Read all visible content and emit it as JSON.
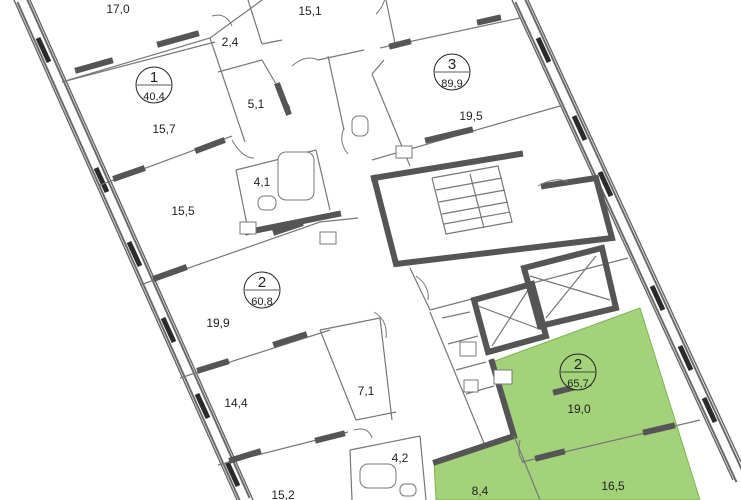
{
  "colors": {
    "highlight_fill": "#a3d27a",
    "highlight_stroke": "#7cb551",
    "wall": "#555555",
    "window": "#2b2b2b"
  },
  "apartments": [
    {
      "number": "1",
      "area": "40,4"
    },
    {
      "number": "2",
      "area": "60,8"
    },
    {
      "number": "3",
      "area": "89,9"
    },
    {
      "number": "2",
      "area": "65,7",
      "highlighted": true
    }
  ],
  "rooms": [
    "17,0",
    "15,1",
    "2,4",
    "5,1",
    "15,7",
    "19,5",
    "4,1",
    "15,5",
    "19,9",
    "14,4",
    "7,1",
    "4,2",
    "15,2",
    "19,0",
    "16,5",
    "8,4"
  ]
}
